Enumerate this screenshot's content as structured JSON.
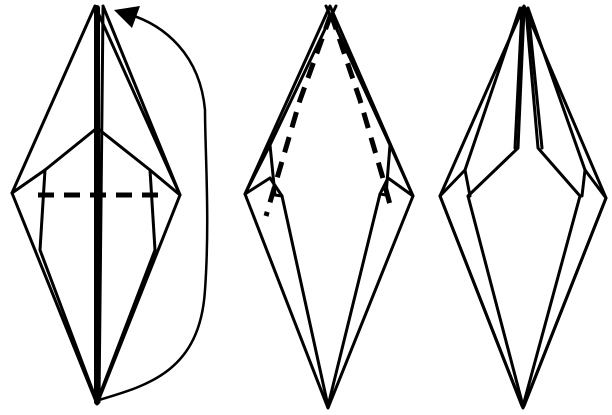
{
  "diagram": {
    "type": "origami-fold-sequence",
    "steps": [
      {
        "step": 1,
        "marks": [
          "mountain-fold-dashed-line",
          "fold-up-arrow"
        ]
      },
      {
        "step": 2,
        "marks": [
          "valley-fold-dashed-lines"
        ]
      },
      {
        "step": 3,
        "marks": [
          "result"
        ]
      }
    ],
    "colors": {
      "line": "#000000",
      "background": "#ffffff"
    }
  }
}
